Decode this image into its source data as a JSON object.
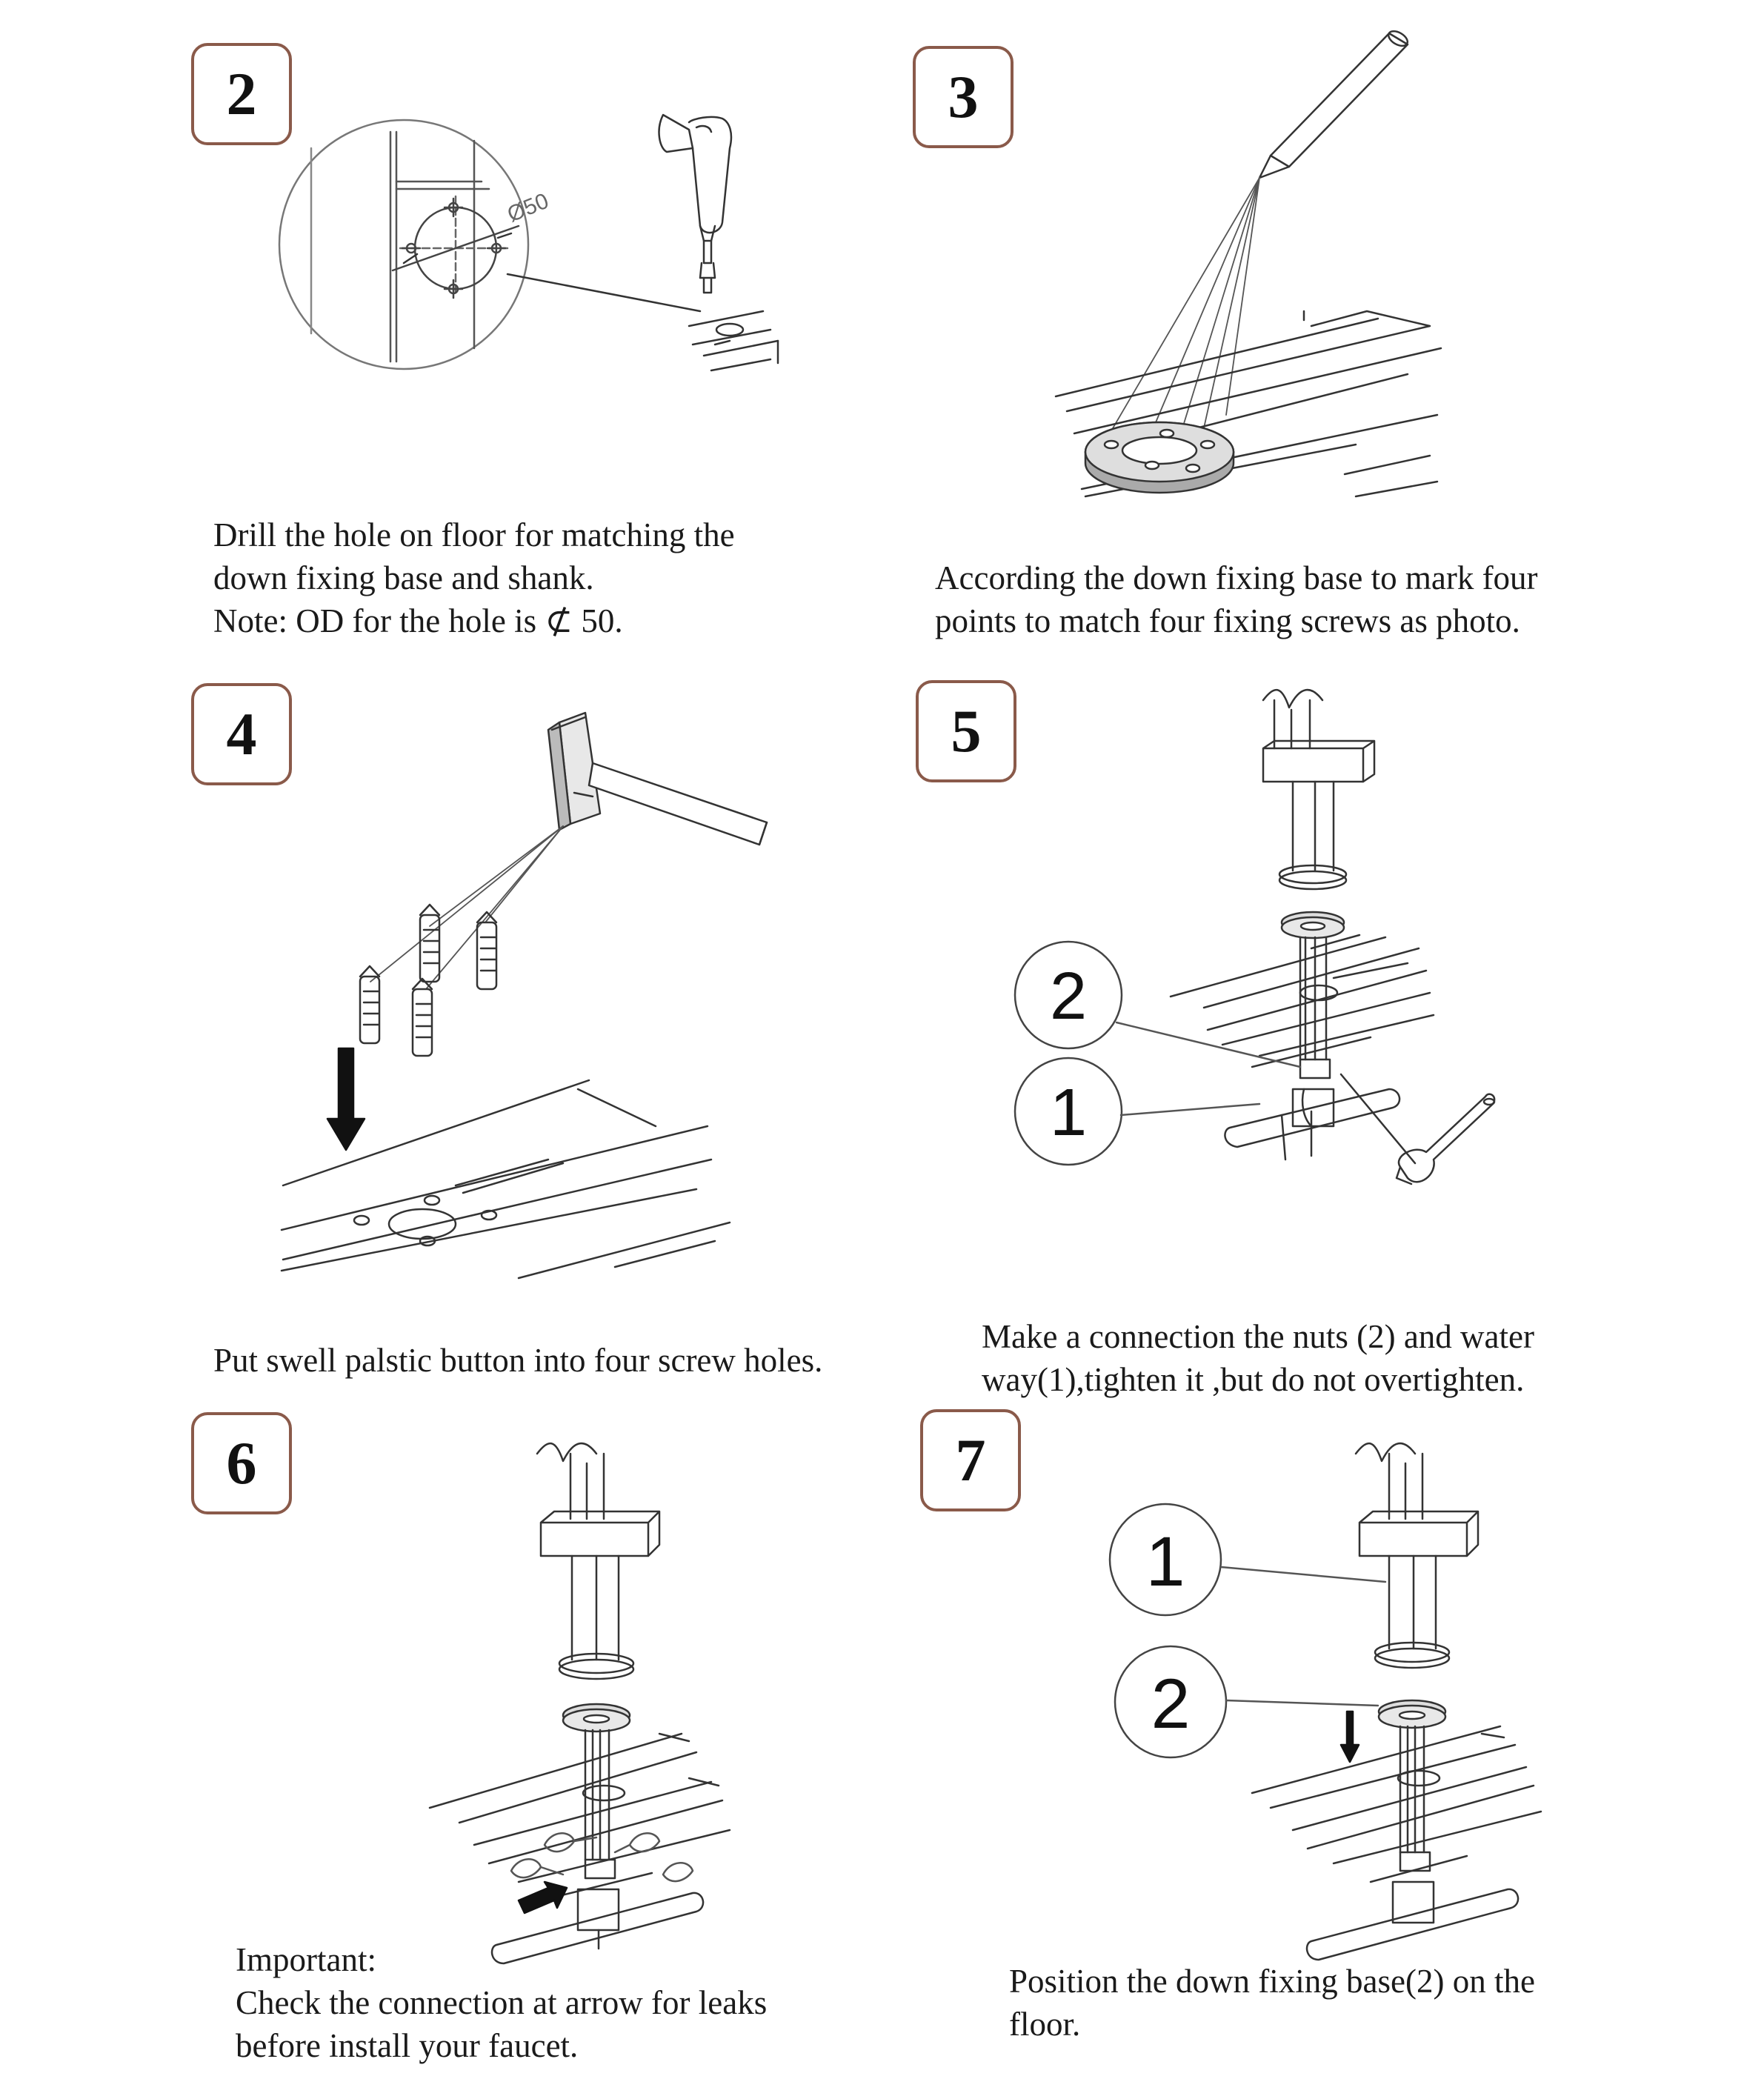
{
  "steps": [
    {
      "number": "2",
      "lines": [
        "Drill the hole on floor for matching the",
        "down fixing base and shank.",
        "Note: OD for the hole is  ⊄ 50."
      ]
    },
    {
      "number": "3",
      "lines": [
        "According the down fixing base to mark four",
        "points to match four fixing screws as photo."
      ]
    },
    {
      "number": "4",
      "lines": [
        "Put swell palstic button into four screw holes."
      ]
    },
    {
      "number": "5",
      "lines": [
        "Make a connection the nuts (2) and water",
        "way(1),tighten it ,but do not overtighten."
      ]
    },
    {
      "number": "6",
      "lines": [
        "Important:",
        "Check the connection at arrow for leaks",
        "before install your faucet."
      ]
    },
    {
      "number": "7",
      "lines": [
        "Position the down fixing base(2) on the",
        "floor."
      ]
    }
  ],
  "drawings": {
    "hole_dimension": "Ø50",
    "step5_callouts": [
      "2",
      "1"
    ],
    "step7_callouts": [
      "1",
      "2"
    ]
  },
  "colors": {
    "badge_border": "#8a5a4a",
    "line": "#333333"
  }
}
